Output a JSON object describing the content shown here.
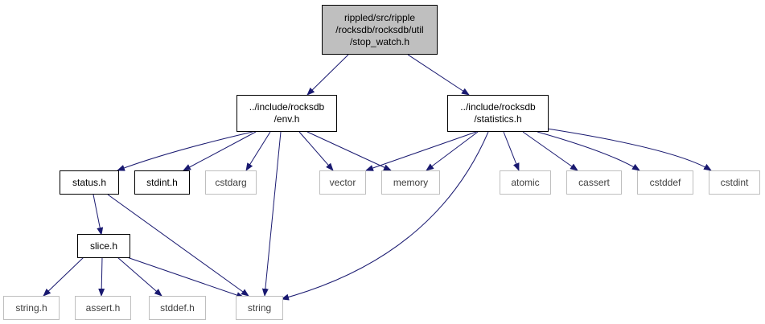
{
  "colors": {
    "edge": "#191970",
    "root_fill": "#bfbfbf",
    "external_border": "#bfbfbf"
  },
  "nodes": {
    "root": {
      "lines": [
        "rippled/src/ripple",
        "/rocksdb/rocksdb/util",
        "/stop_watch.h"
      ]
    },
    "env": {
      "lines": [
        "../include/rocksdb",
        "/env.h"
      ]
    },
    "statistics": {
      "lines": [
        "../include/rocksdb",
        "/statistics.h"
      ]
    },
    "status": {
      "lines": [
        "status.h"
      ]
    },
    "stdint": {
      "lines": [
        "stdint.h"
      ]
    },
    "cstdarg": {
      "lines": [
        "cstdarg"
      ]
    },
    "vector": {
      "lines": [
        "vector"
      ]
    },
    "memory": {
      "lines": [
        "memory"
      ]
    },
    "atomic": {
      "lines": [
        "atomic"
      ]
    },
    "cassert": {
      "lines": [
        "cassert"
      ]
    },
    "cstddef": {
      "lines": [
        "cstddef"
      ]
    },
    "cstdint": {
      "lines": [
        "cstdint"
      ]
    },
    "slice": {
      "lines": [
        "slice.h"
      ]
    },
    "string_h": {
      "lines": [
        "string.h"
      ]
    },
    "assert_h": {
      "lines": [
        "assert.h"
      ]
    },
    "stddef_h": {
      "lines": [
        "stddef.h"
      ]
    },
    "string": {
      "lines": [
        "string"
      ]
    }
  }
}
